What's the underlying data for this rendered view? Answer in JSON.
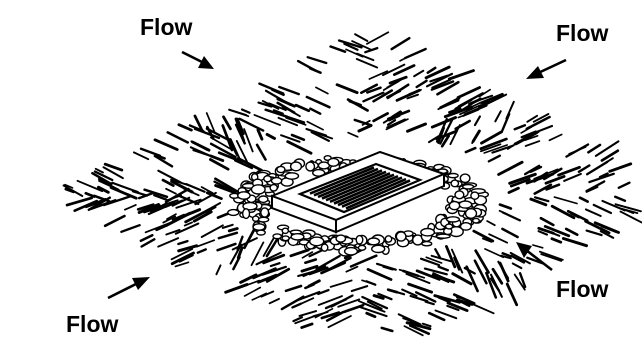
{
  "diagram": {
    "labels": {
      "top_left": "Flow",
      "top_right": "Flow",
      "bottom_left": "Flow",
      "bottom_right": "Flow"
    },
    "colors": {
      "ink": "#000000",
      "background": "#ffffff"
    }
  }
}
